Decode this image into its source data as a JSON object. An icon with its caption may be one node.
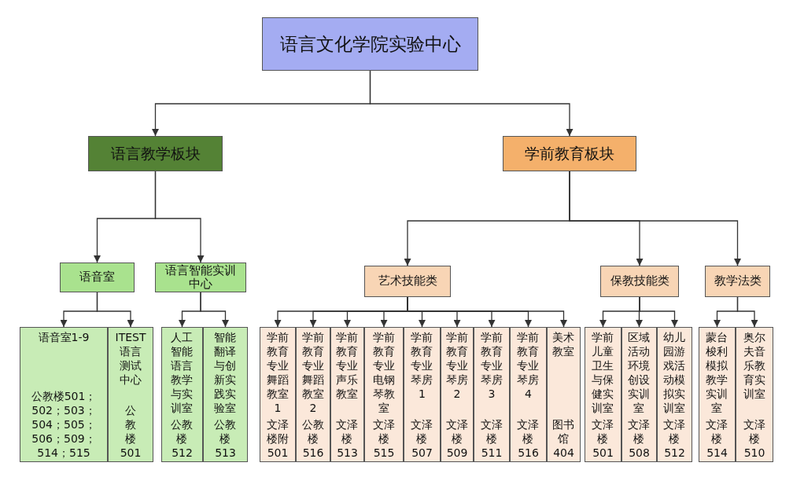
{
  "diagram": {
    "nodes": [
      {
        "text": [
          "语言文化学院实验中心"
        ]
      },
      {
        "text": [
          "语言教学板块"
        ]
      },
      {
        "text": [
          "学前教育板块"
        ]
      },
      {
        "text": [
          "语音室"
        ]
      },
      {
        "text": [
          "语言智能实训中心"
        ]
      },
      {
        "text": [
          "艺术技能类"
        ]
      },
      {
        "text": [
          "保教技能类"
        ]
      },
      {
        "text": [
          "教学法类"
        ]
      },
      {
        "text": [
          "语音室1-9",
          "公教楼501；502；503；504；505；506；509；514；515"
        ]
      },
      {
        "text": [
          "ITEST语言测试中心",
          "公教楼501"
        ]
      },
      {
        "text": [
          "人工智能语言教学与实训室",
          "公教楼512"
        ]
      },
      {
        "text": [
          "智能翻译与创新实践实验室",
          "公教楼513"
        ]
      },
      {
        "text": [
          "学前教育专业舞蹈教室1",
          "文泽楼附501"
        ]
      },
      {
        "text": [
          "学前教育专业舞蹈教室2",
          "公教楼516"
        ]
      },
      {
        "text": [
          "学前教育专业声乐教室",
          "文泽楼513"
        ]
      },
      {
        "text": [
          "学前教育专业电钢琴教室",
          "文泽楼515"
        ]
      },
      {
        "text": [
          "学前教育专业琴房1",
          "文泽楼507"
        ]
      },
      {
        "text": [
          "学前教育专业琴房2",
          "文泽楼509"
        ]
      },
      {
        "text": [
          "学前教育专业琴房3",
          "文泽楼511"
        ]
      },
      {
        "text": [
          "学前教育专业琴房4",
          "文泽楼516"
        ]
      },
      {
        "text": [
          "美术教室",
          "图书馆404"
        ]
      },
      {
        "text": [
          "学前儿童卫生与保健实训室",
          "文泽楼501"
        ]
      },
      {
        "text": [
          "区域活动环境创设实训室",
          "文泽楼508"
        ]
      },
      {
        "text": [
          "幼儿园游戏活动模拟实训室",
          "文泽楼512"
        ]
      },
      {
        "text": [
          "蒙台梭利模拟教学实训室",
          "文泽楼514"
        ]
      },
      {
        "text": [
          "奥尔夫音乐教育实训室",
          "文泽楼510"
        ]
      }
    ],
    "edges": [
      {
        "from": 0,
        "to": 1,
        "arrow": "to"
      },
      {
        "from": 0,
        "to": 2,
        "arrow": "to"
      },
      {
        "from": 1,
        "to": 3,
        "arrow": "to"
      },
      {
        "from": 1,
        "to": 4,
        "arrow": "to"
      },
      {
        "from": 2,
        "to": 5,
        "arrow": "to"
      },
      {
        "from": 2,
        "to": 6,
        "arrow": "to"
      },
      {
        "from": 2,
        "to": 7,
        "arrow": "to"
      },
      {
        "from": 3,
        "to": 8,
        "arrow": "to"
      },
      {
        "from": 3,
        "to": 9,
        "arrow": "to"
      },
      {
        "from": 4,
        "to": 10,
        "arrow": "to"
      },
      {
        "from": 4,
        "to": 11,
        "arrow": "to"
      },
      {
        "from": 5,
        "to": 12,
        "arrow": "to"
      },
      {
        "from": 5,
        "to": 13,
        "arrow": "to"
      },
      {
        "from": 5,
        "to": 14,
        "arrow": "to"
      },
      {
        "from": 5,
        "to": 15,
        "arrow": "to"
      },
      {
        "from": 5,
        "to": 16,
        "arrow": "to"
      },
      {
        "from": 5,
        "to": 17,
        "arrow": "to"
      },
      {
        "from": 5,
        "to": 18,
        "arrow": "to"
      },
      {
        "from": 5,
        "to": 19,
        "arrow": "to"
      },
      {
        "from": 5,
        "to": 20,
        "arrow": "to"
      },
      {
        "from": 6,
        "to": 21,
        "arrow": "to"
      },
      {
        "from": 6,
        "to": 22,
        "arrow": "to"
      },
      {
        "from": 6,
        "to": 23,
        "arrow": "to"
      },
      {
        "from": 7,
        "to": 24,
        "arrow": "to"
      },
      {
        "from": 7,
        "to": 25,
        "arrow": "to"
      }
    ]
  }
}
